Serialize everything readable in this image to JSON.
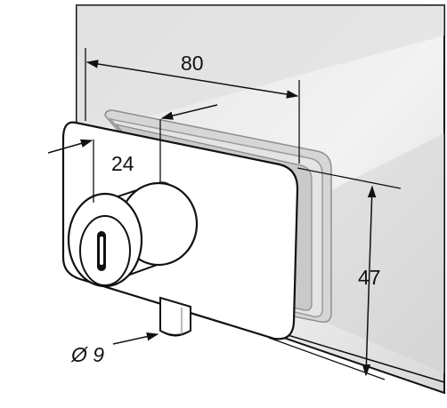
{
  "diagram": {
    "dimensions": {
      "width": "80",
      "depth": "24",
      "height": "47",
      "pin_diameter": "Ø 9"
    },
    "colors": {
      "line": "#111111",
      "glass_light": "#f1f1f1",
      "glass_mid": "#dedede",
      "glass_dark": "#c9c9c9",
      "gasket": "#b8b8b8",
      "body": "#ffffff"
    }
  }
}
